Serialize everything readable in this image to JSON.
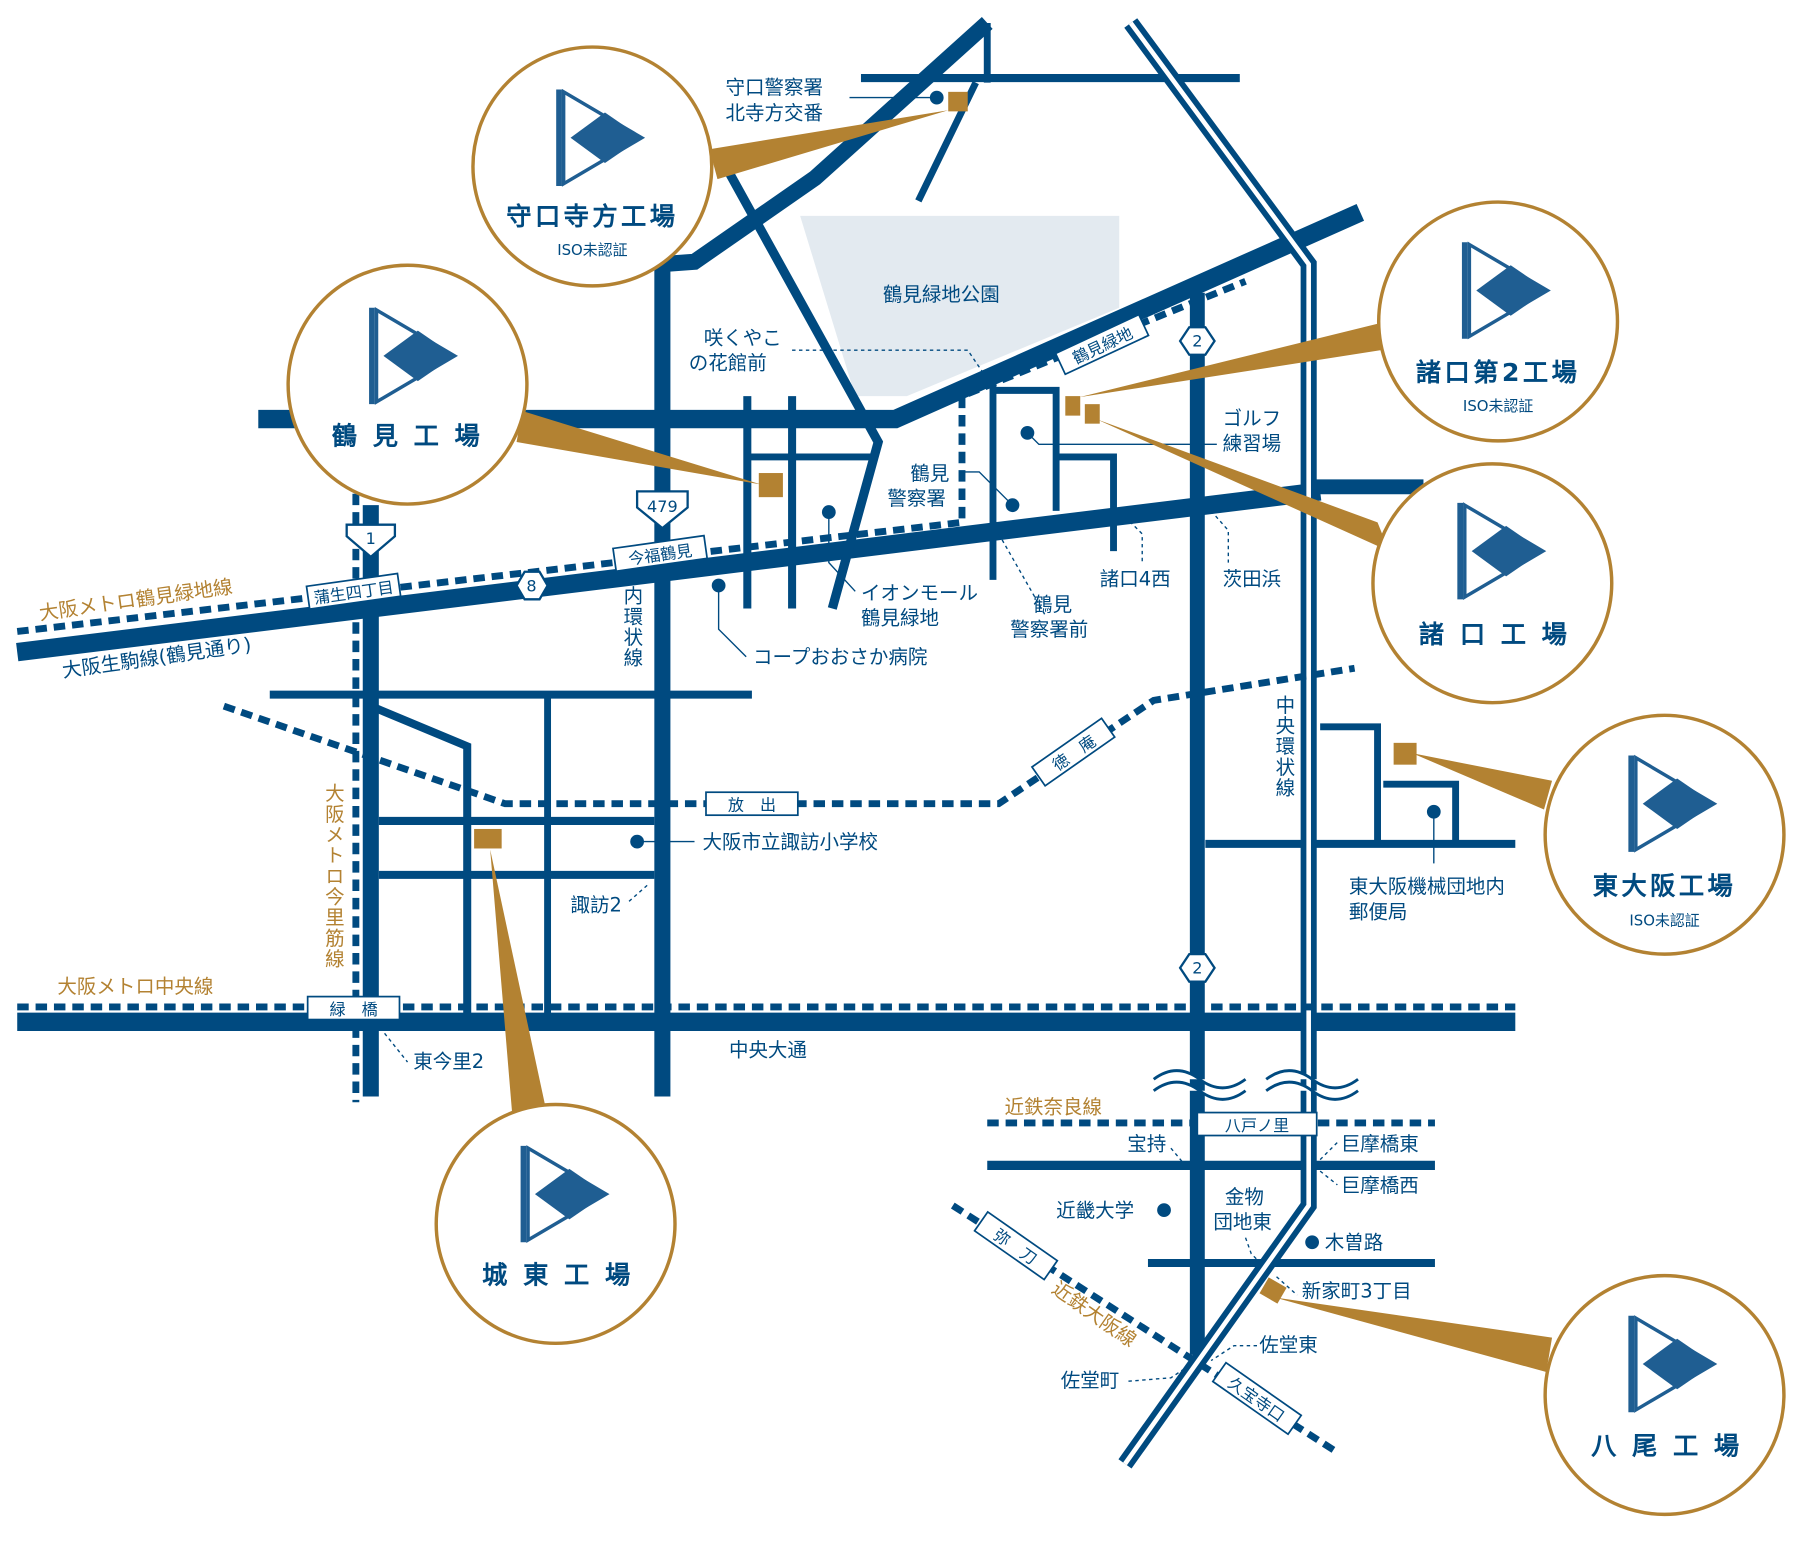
{
  "colors": {
    "road": "#004a80",
    "accent": "#b38232",
    "park": "#e3eaf0"
  },
  "factories": [
    {
      "name": "守口寺方工場",
      "iso": "ISO未認証"
    },
    {
      "name": "鶴 見 工 場"
    },
    {
      "name": "諸口第2工場",
      "iso": "ISO未認証"
    },
    {
      "name": "諸 口 工 場"
    },
    {
      "name": "東大阪工場",
      "iso": "ISO未認証"
    },
    {
      "name": "城 東 工 場"
    },
    {
      "name": "八 尾 工 場"
    }
  ],
  "park": "鶴見緑地公園",
  "rail_lines": {
    "tsurumi_ryokuchi": "大阪メトロ鶴見緑地線",
    "imazatosuji": "大阪メトロ今里筋線",
    "chuo": "大阪メトロ中央線",
    "kintetsu_nara": "近鉄奈良線",
    "kintetsu_osaka": "近鉄大阪線"
  },
  "roads": {
    "osaka_ikoma": "大阪生駒線(鶴見通り)",
    "naikanjo": "内環状線",
    "chuokanjo": "中央環状線",
    "chuo_odori": "中央大通"
  },
  "route_numbers": {
    "r479": "479",
    "r1": "1",
    "r8": "8",
    "r2a": "2",
    "r2b": "2"
  },
  "stations": {
    "imafuku": "今福鶴見",
    "gamo": "蒲生四丁目",
    "ryokuchi": "鶴見緑地",
    "hanaten": "放　出",
    "tokuan": "徳　庵",
    "midoribashi": "緑　橋",
    "yaenosato": "八戸ノ里",
    "mito": "弥　刀",
    "kyuhoji": "久宝寺口"
  },
  "landmarks": {
    "moriguchi_police": "守口警察署",
    "kitatera": "北寺方交番",
    "sakuyako1": "咲くやこ",
    "sakuyako2": "の花館前",
    "golf1": "ゴルフ",
    "golf2": "練習場",
    "police1": "鶴見",
    "police2": "警察署",
    "aeon1": "イオンモール",
    "aeon2": "鶴見緑地",
    "coop": "コープおおさか病院",
    "policemae1": "鶴見",
    "policemae2": "警察署前",
    "moro4": "諸口4西",
    "ibaraki": "茨田浜",
    "suwa_school": "大阪市立諏訪小学校",
    "suwa2": "諏訪2",
    "post1": "東大阪機械団地内",
    "post2": "郵便局",
    "higashiimazato": "東今里2",
    "takaramochi": "宝持",
    "kosaeast": "巨摩橋東",
    "kosawest": "巨摩橋西",
    "kindai": "近畿大学",
    "kanamono1": "金物",
    "kanamono2": "団地東",
    "kisoji": "木曽路",
    "shinkecho": "新家町3丁目",
    "sadohigashi": "佐堂東",
    "sadocho": "佐堂町"
  }
}
